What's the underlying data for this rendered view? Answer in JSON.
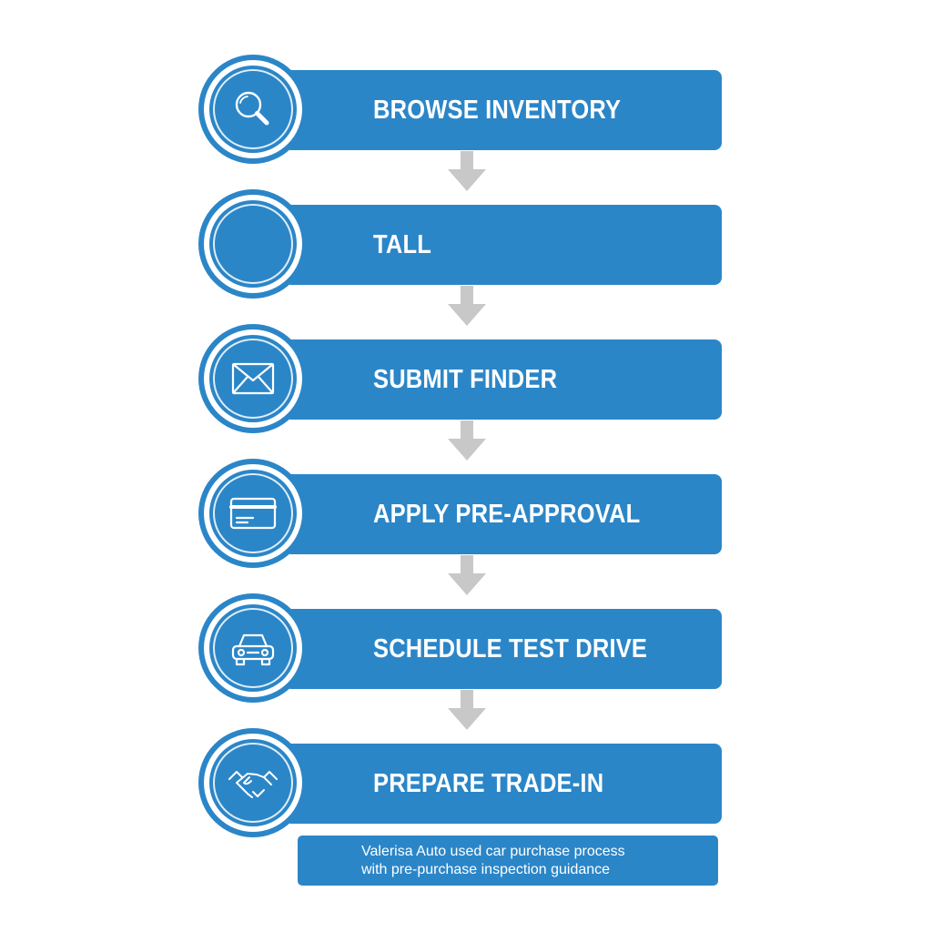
{
  "colors": {
    "accent": "#2b86c8",
    "arrow": "#c8c8c8",
    "background": "#ffffff"
  },
  "steps": [
    {
      "label": "BROWSE INVENTORY",
      "icon": "search-icon"
    },
    {
      "label": "TALL",
      "icon": ""
    },
    {
      "label": "SUBMIT FINDER",
      "icon": "envelope-icon"
    },
    {
      "label": "APPLY PRE-APPROVAL",
      "icon": "credit-card-icon"
    },
    {
      "label": "SCHEDULE TEST DRIVE",
      "icon": "car-icon"
    },
    {
      "label": "PREPARE TRADE-IN",
      "icon": "handshake-icon"
    }
  ],
  "caption": {
    "line1": "Valerisa Auto used car purchase process",
    "line2": "with pre-purchase inspection guidance"
  }
}
